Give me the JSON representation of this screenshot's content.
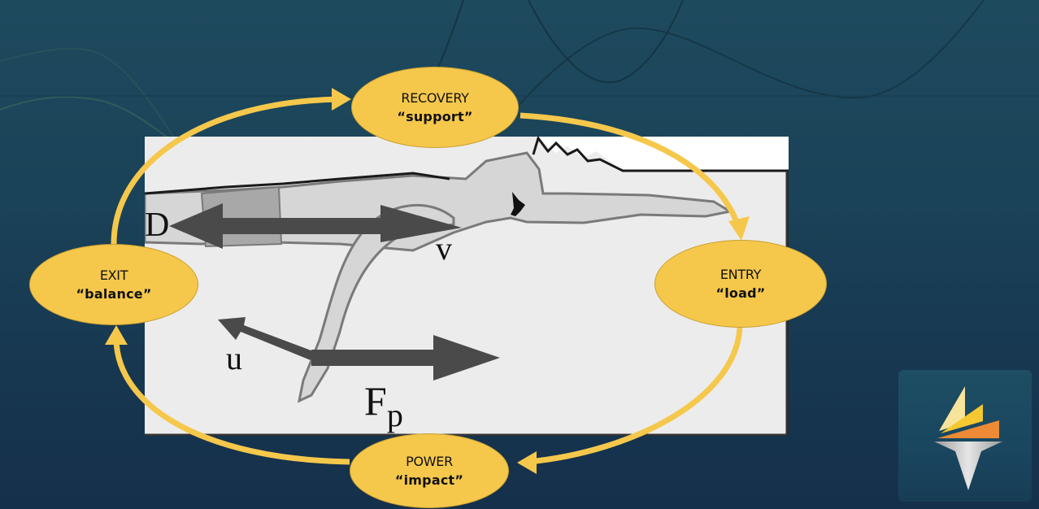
{
  "slide": {
    "title": "Swim stroke cycle diagram",
    "colors": {
      "background_top": "#1e4a5e",
      "background_bottom": "#15304a",
      "node_fill": "#f5c84c",
      "arrow": "#f5c84c",
      "figure_bg": "#ececec",
      "force_arrow": "#4a4a4a"
    }
  },
  "cycle": {
    "direction": "clockwise",
    "nodes": [
      {
        "id": "recovery",
        "phase": "RECOVERY",
        "quality": "“support”"
      },
      {
        "id": "entry",
        "phase": "ENTRY",
        "quality": "“load”"
      },
      {
        "id": "power",
        "phase": "POWER",
        "quality": "“impact”"
      },
      {
        "id": "exit",
        "phase": "EXIT",
        "quality": "“balance”"
      }
    ]
  },
  "figure": {
    "description": "Swimmer in freestyle with force vectors",
    "labels": {
      "drag": "D",
      "velocity": "v",
      "hand_velocity": "u",
      "propulsive_force": "F",
      "propulsive_force_sub": "p"
    }
  },
  "logo": {
    "icon": "torch-icon",
    "colors": [
      "#f7e39a",
      "#f5c830",
      "#ee8a35",
      "#c8c8c8"
    ]
  }
}
